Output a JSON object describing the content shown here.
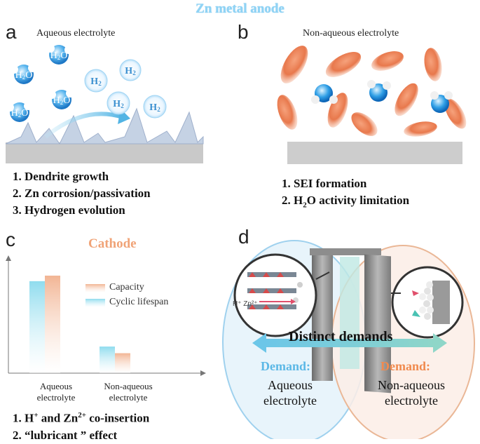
{
  "title": "Zn metal anode",
  "panels": {
    "a": {
      "letter": "a",
      "subtitle": "Aqueous  electrolyte",
      "list": [
        "1. Dendrite growth",
        "2. Zn corrosion/passivation",
        "3. Hydrogen evolution"
      ]
    },
    "b": {
      "letter": "b",
      "subtitle": "Non-aqueous  electrolyte",
      "list": [
        "1. SEI formation",
        "2. H",
        "2",
        "O activity limitation"
      ]
    },
    "c": {
      "letter": "c",
      "cathode_title": "Cathode",
      "legend": [
        "Capacity",
        "Cyclic lifespan"
      ],
      "list_1": [
        "1. H",
        "+",
        " and Zn",
        "2+",
        " co-insertion"
      ],
      "list_2": "2. “lubricant ” effect"
    },
    "d": {
      "letter": "d",
      "ion_label": "H⁺ Zn²⁺",
      "distinct": "Distinct demands",
      "demand_left": {
        "label": "Demand:",
        "text_1": "Aqueous",
        "text_2": "electrolyte"
      },
      "demand_right": {
        "label": "Demand:",
        "text_1": "Non-aqueous",
        "text_2": "electrolyte"
      }
    }
  },
  "molecules": {
    "h2o": "H2O",
    "h2": "H2"
  },
  "chart_data": {
    "type": "bar",
    "categories": [
      "Aqueous\nelectrolyte",
      "Non-aqueous\nelectrolyte"
    ],
    "category_lines": [
      [
        "Aqueous",
        "electrolyte"
      ],
      [
        "Non-aqueous",
        "electrolyte"
      ]
    ],
    "series": [
      {
        "name": "Cyclic lifespan",
        "values": [
          0.83,
          0.24
        ],
        "color": "#8fdcee"
      },
      {
        "name": "Capacity",
        "values": [
          0.88,
          0.18
        ],
        "color": "#f2b594"
      }
    ],
    "ylim": [
      0,
      1
    ],
    "grid": false,
    "legend": "top-right"
  },
  "colors": {
    "accent_blue": "#8fd3f5",
    "accent_orange": "#f0a377",
    "electrode_gray": "#c8c8c8"
  }
}
